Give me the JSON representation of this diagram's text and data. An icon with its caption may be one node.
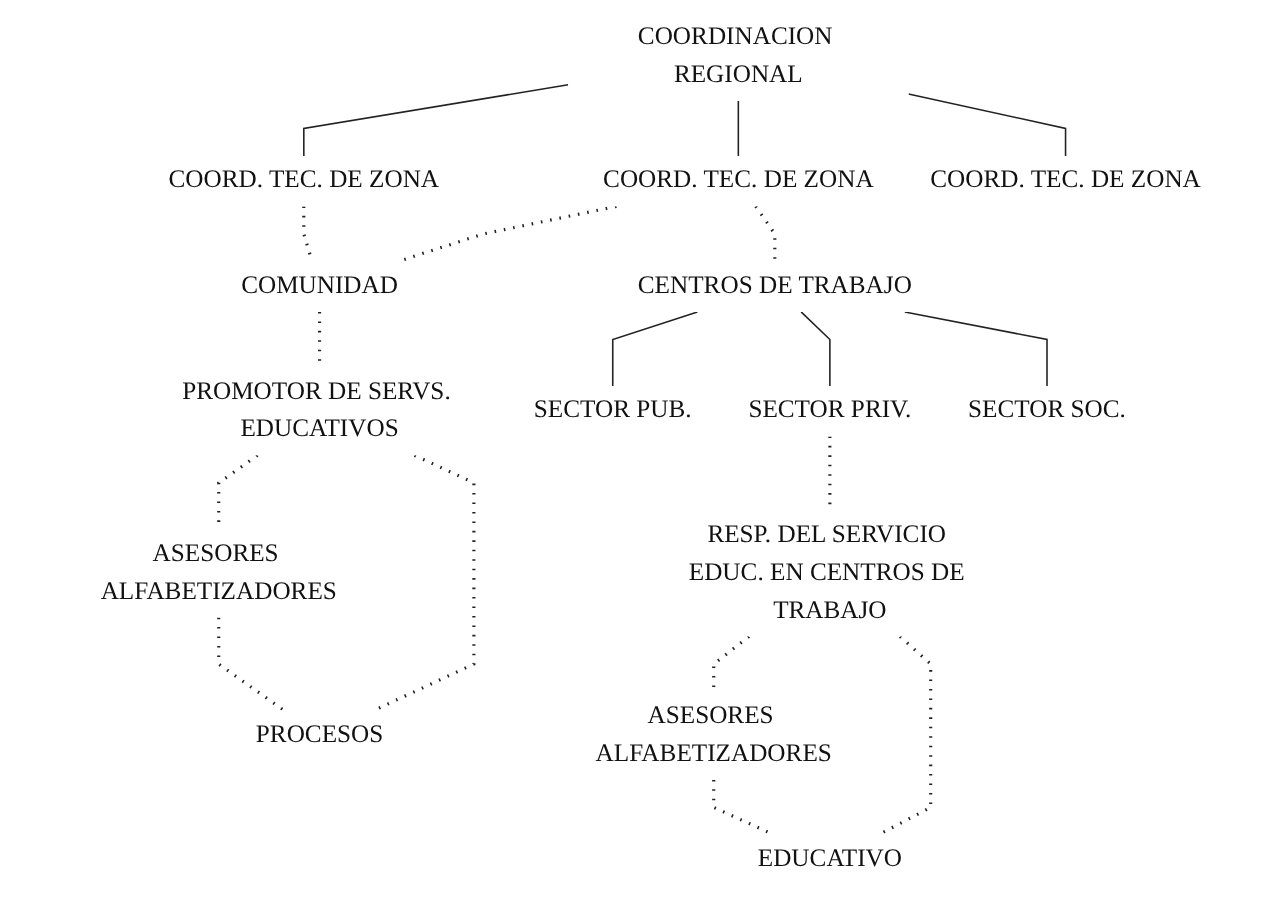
{
  "diagram": {
    "nodes": [
      {
        "text": [
          "COORDINACION REGIONAL"
        ]
      },
      {
        "text": [
          "COORD. TEC. DE ZONA"
        ]
      },
      {
        "text": [
          "COORD. TEC. DE ZONA"
        ]
      },
      {
        "text": [
          "COORD. TEC. DE ZONA"
        ]
      },
      {
        "text": [
          "COMUNIDAD"
        ]
      },
      {
        "text": [
          "CENTROS DE TRABAJO"
        ]
      },
      {
        "text": [
          "SECTOR PUB."
        ]
      },
      {
        "text": [
          "SECTOR PRIV."
        ]
      },
      {
        "text": [
          "SECTOR SOC."
        ]
      },
      {
        "text": [
          "PROMOTOR DE SERVS. EDUCATIVOS"
        ]
      },
      {
        "text": [
          "ASESORES ALFABETIZADORES"
        ]
      },
      {
        "text": [
          "RESP. DEL SERVICIO EDUC. EN CENTROS DE TRABAJO"
        ]
      },
      {
        "text": [
          "ASESORES ALFABETIZADORES"
        ]
      },
      {
        "text": [
          "PROCESOS"
        ]
      },
      {
        "text": [
          "EDUCATIVO"
        ]
      }
    ],
    "edges": [
      {
        "from": 0,
        "to": 1,
        "arrow": "none"
      },
      {
        "from": 0,
        "to": 2,
        "arrow": "none"
      },
      {
        "from": 0,
        "to": 3,
        "arrow": "none"
      },
      {
        "from": 1,
        "to": 4,
        "arrow": "none",
        "style": "dashed"
      },
      {
        "from": 2,
        "to": 4,
        "arrow": "none",
        "style": "dashed"
      },
      {
        "from": 2,
        "to": 5,
        "arrow": "none",
        "style": "dashed"
      },
      {
        "from": 5,
        "to": 6,
        "arrow": "none"
      },
      {
        "from": 5,
        "to": 7,
        "arrow": "none"
      },
      {
        "from": 5,
        "to": 8,
        "arrow": "none"
      },
      {
        "from": 4,
        "to": 9,
        "arrow": "none",
        "style": "dashed"
      },
      {
        "from": 9,
        "to": 10,
        "arrow": "none",
        "style": "dashed"
      },
      {
        "from": 7,
        "to": 11,
        "arrow": "none",
        "style": "dashed"
      },
      {
        "from": 11,
        "to": 12,
        "arrow": "none",
        "style": "dashed"
      },
      {
        "from": 9,
        "to": 13,
        "arrow": "none",
        "style": "dashed"
      },
      {
        "from": 10,
        "to": 13,
        "arrow": "none",
        "style": "dashed"
      },
      {
        "from": 11,
        "to": 14,
        "arrow": "none",
        "style": "dashed"
      },
      {
        "from": 12,
        "to": 14,
        "arrow": "none",
        "style": "dashed"
      }
    ]
  }
}
